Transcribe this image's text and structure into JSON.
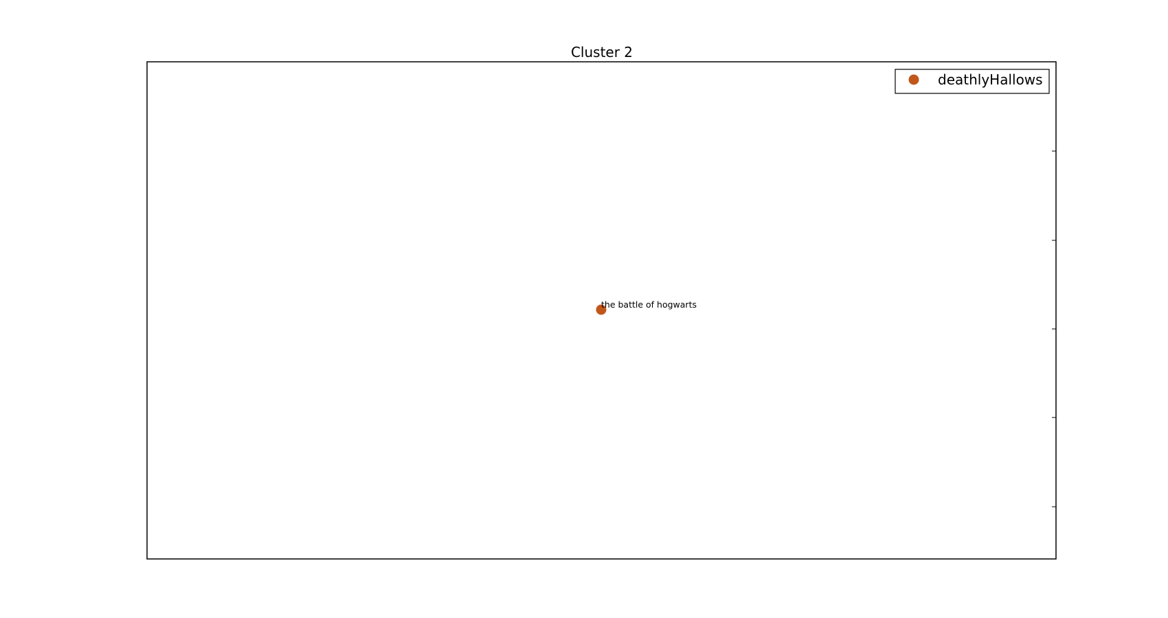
{
  "chart_data": {
    "type": "scatter",
    "title": "Cluster 2",
    "xlabel": "",
    "ylabel": "",
    "grid": false,
    "legend_position": "top-right",
    "series": [
      {
        "name": "deathlyHallows",
        "color": "#c0561a",
        "points": [
          {
            "label": "the battle of hogwarts"
          }
        ]
      }
    ]
  }
}
